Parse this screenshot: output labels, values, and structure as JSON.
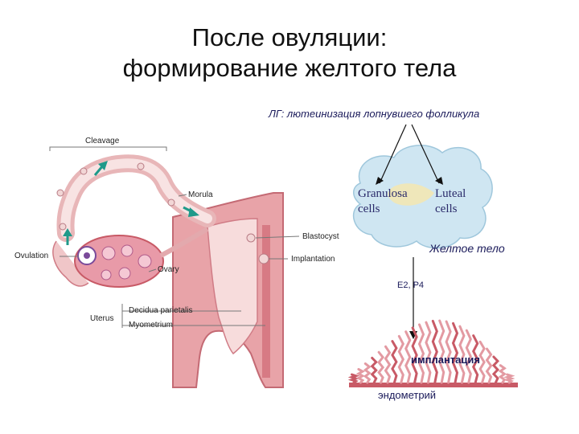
{
  "title": {
    "line1": "После овуляции:",
    "line2": "формирование желтого тела"
  },
  "left_diagram": {
    "labels": {
      "cleavage": "Cleavage",
      "morula": "Morula",
      "blastocyst": "Blastocyst",
      "implantation": "Implantation",
      "ovulation": "Ovulation",
      "ovary": "Ovary",
      "uterus": "Uterus",
      "decidua": "Decidua parietalis",
      "myometrium": "Myometrium"
    }
  },
  "right_diagram": {
    "lh_label": "ЛГ: лютеинизация лопнувшего фолликула",
    "granulosa_line1": "Granulosa",
    "granulosa_line2": "cells",
    "luteal_line1": "Luteal",
    "luteal_line2": "cells",
    "corpus_luteum": "Желтое тело",
    "hormones": "E2, P4",
    "implantation": "имплантация",
    "endometrium": "эндометрий"
  },
  "colors": {
    "tissue_pink": "#e8a3a8",
    "tissue_dark": "#c85a66",
    "arrow_teal": "#1f9a8a",
    "cloud_blue": "#cfe6f2"
  }
}
